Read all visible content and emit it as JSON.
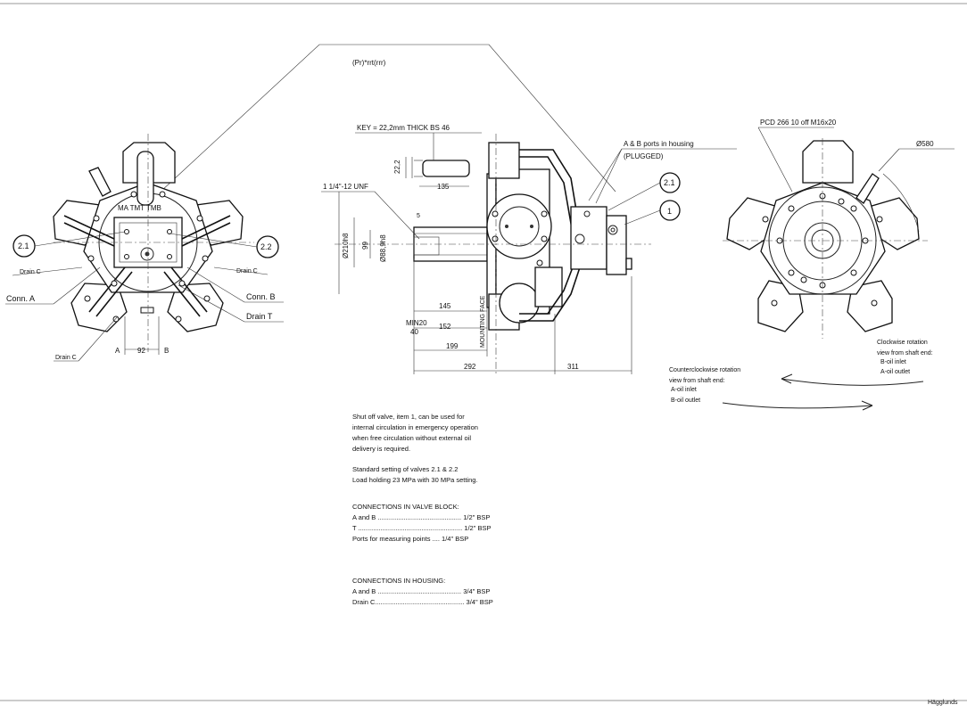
{
  "header_note": "(Pr)*rrt(rrr)",
  "left_view": {
    "top_label": "MA TMT TMB",
    "callout_21": "2.1",
    "callout_22": "2.2",
    "drain_c_left": "Drain C",
    "drain_c_right": "Drain C",
    "drain_c_bottom": "Drain C",
    "conn_a": "Conn. A",
    "conn_b": "Conn. B",
    "drain_t": "Drain T",
    "port_a": "A",
    "port_b": "B",
    "dim_92": "92"
  },
  "side_view": {
    "key": "KEY = 22,2mm THICK BS 46",
    "unf": "1 1/4\"-12 UNF",
    "dim_222": "22,2",
    "dim_135": "135",
    "dim_210": "Ø210h8",
    "dim_99": "99",
    "dim_889": "Ø88,9h8",
    "dim_5": "5",
    "dim_145": "145",
    "dim_min20": "MIN20",
    "dim_40": "40",
    "dim_152": "152",
    "dim_199": "199",
    "dim_292": "292",
    "dim_311": "311",
    "mounting_face": "MOUNTING FACE",
    "ports_housing": "A & B ports in housing",
    "plugged": "(PLUGGED)",
    "callout_21": "2.1",
    "callout_1": "1"
  },
  "right_view": {
    "pcd": "PCD 266 10 off M16x20",
    "dia_580": "Ø580",
    "cw_rotation_1": "Clockwise rotation",
    "cw_rotation_2": "view from shaft end:",
    "cw_b_inlet": "B-oil inlet",
    "cw_a_outlet": "A-oil outlet",
    "ccw_rotation_1": "Counterclockwise rotation",
    "ccw_rotation_2": "view from shaft end:",
    "ccw_a_inlet": "A-oil inlet",
    "ccw_b_outlet": "B-oil outlet"
  },
  "notes": {
    "shutoff": [
      "Shut off valve, item 1, can be used for",
      "internal circulation in emergency operation",
      "when free circulation without external oil",
      "delivery is required."
    ],
    "standard": [
      "Standard setting of valves 2.1 & 2.2",
      "Load holding 23 MPa with 30 MPa setting."
    ],
    "valve_block_title": "CONNECTIONS IN VALVE BLOCK:",
    "valve_block": [
      "A and B ............................................. 1/2\" BSP",
      "T ........................................................ 1/2\" BSP",
      "Ports for measuring points .... 1/4\" BSP"
    ],
    "housing_title": "CONNECTIONS IN HOUSING:",
    "housing": [
      "A and B ............................................. 3/4\" BSP",
      "Drain C................................................ 3/4\" BSP"
    ]
  },
  "corner_mark": "Hägglunds"
}
